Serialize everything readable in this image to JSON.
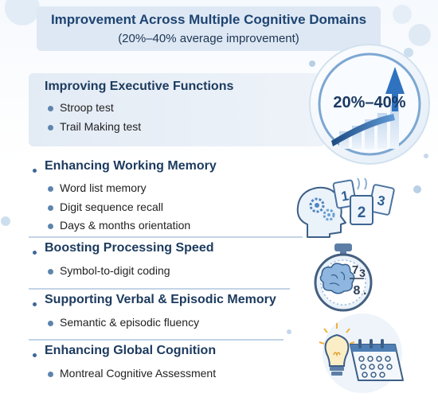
{
  "header": {
    "title": "Improvement Across Multiple Cognitive Domains",
    "subtitle": "(20%–40% average improvement)"
  },
  "badge": {
    "percent": "20%–40%"
  },
  "domains": [
    {
      "heading": "Improving Executive Functions",
      "items": [
        "Stroop test",
        "Trail Making test"
      ]
    },
    {
      "heading": "Enhancing Working Memory",
      "items": [
        "Word list memory",
        "Digit sequence recall",
        "Days & months orientation"
      ]
    },
    {
      "heading": "Boosting Processing Speed",
      "items": [
        "Symbol-to-digit coding"
      ]
    },
    {
      "heading": "Supporting Verbal & Episodic Memory",
      "items": [
        "Semantic & episodic fluency"
      ]
    },
    {
      "heading": "Enhancing Global Cognition",
      "items": [
        "Montreal Cognitive Assessment"
      ]
    }
  ],
  "cards": {
    "digits": [
      "1",
      "2",
      "3"
    ]
  },
  "stopwatch": {
    "fraction_top": "7",
    "fraction_mid": "3",
    "fraction_bottom": "8"
  },
  "colors": {
    "primary": "#1e4472",
    "accent": "#3a78c0",
    "bullet": "#5d84ad",
    "panel": "#dde8f4"
  },
  "icons": [
    "brain-gears-icon",
    "digit-cards-icon",
    "stopwatch-brain-icon",
    "lightbulb-icon",
    "calendar-icon",
    "rising-bars-icon",
    "up-arrow-icon"
  ]
}
